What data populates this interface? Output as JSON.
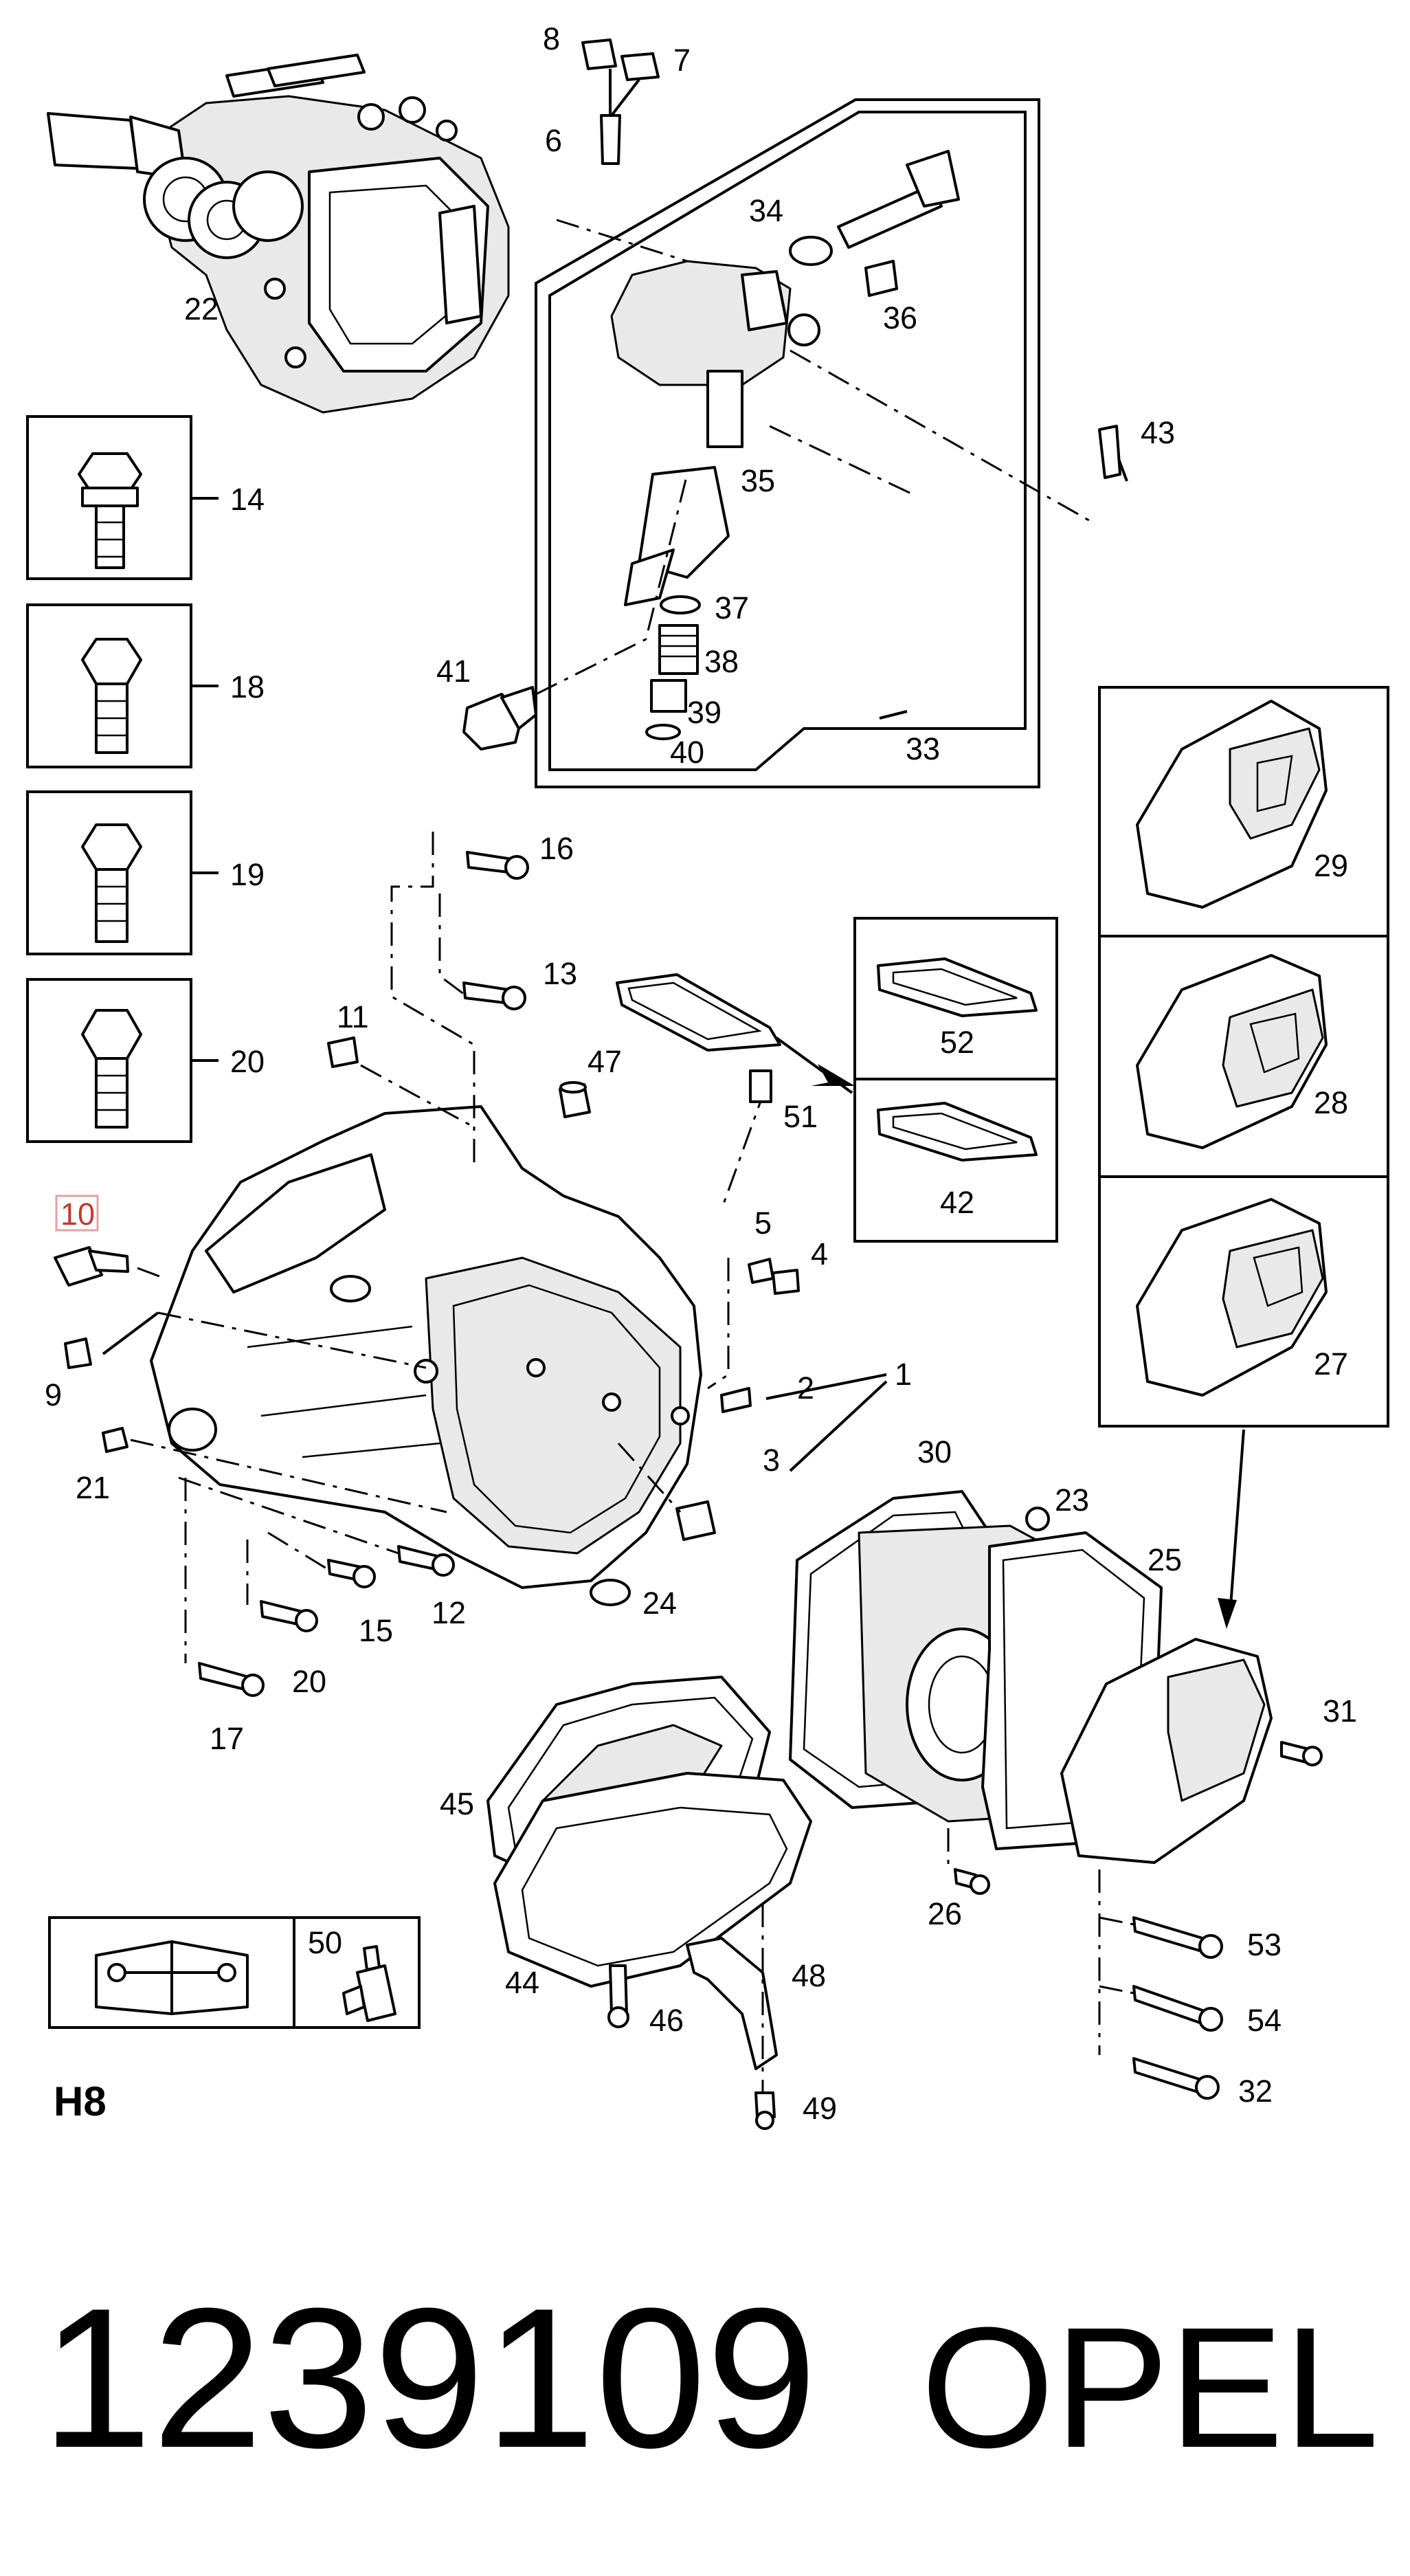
{
  "callouts": {
    "c1": "1",
    "c2": "2",
    "c3": "3",
    "c4": "4",
    "c5": "5",
    "c6": "6",
    "c7": "7",
    "c8": "8",
    "c9": "9",
    "c10": "10",
    "c11": "11",
    "c12": "12",
    "c13": "13",
    "c14": "14",
    "c15": "15",
    "c16": "16",
    "c17": "17",
    "c18": "18",
    "c19": "19",
    "c20a": "20",
    "c20b": "20",
    "c21": "21",
    "c22": "22",
    "c23": "23",
    "c24": "24",
    "c25": "25",
    "c26": "26",
    "c27": "27",
    "c28": "28",
    "c29": "29",
    "c30": "30",
    "c31": "31",
    "c32": "32",
    "c33": "33",
    "c34": "34",
    "c35": "35",
    "c36": "36",
    "c37": "37",
    "c38": "38",
    "c39": "39",
    "c40": "40",
    "c41": "41",
    "c42": "42",
    "c43": "43",
    "c44": "44",
    "c45": "45",
    "c46": "46",
    "c47": "47",
    "c48": "48",
    "c49": "49",
    "c50": "50",
    "c51": "51",
    "c52": "52",
    "c53": "53",
    "c54": "54"
  },
  "highlighted_callout": "10",
  "sheet_code": "H8",
  "part_number": "1239109",
  "brand": "OPEL",
  "colors": {
    "line": "#000000",
    "background": "#ffffff",
    "highlight_box": "#e6a0a0",
    "highlight_text": "#c0392b"
  },
  "icons": {
    "manual": "wrench-book-icon",
    "sealant": "sealant-bottle-icon"
  }
}
